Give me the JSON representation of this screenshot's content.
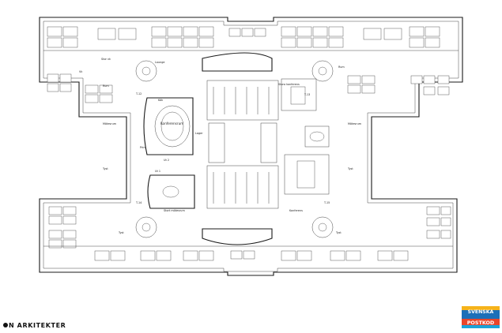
{
  "brand": {
    "name": "N ARKITEKTER"
  },
  "logo": {
    "line1": "SVENSKA",
    "line2": "POSTKOD",
    "line3": "LOTTERIET"
  },
  "rooms": {
    "stor_vk_top": "Stor vk",
    "vk_small": "Vk",
    "lounge_left": "Lounge",
    "rum_right": "Rum",
    "rum_left": "Rum",
    "t12": "T-12",
    "t13": "T-13",
    "t14": "T-14",
    "t15": "T-15",
    "oval_room": "Konferensrum",
    "kitchen": "Kök",
    "print": "Print",
    "ut1": "Ut 1",
    "ut2": "Ut 2",
    "lager": "Lager",
    "stora_konf": "Stora konferens",
    "konf_mid": "Konferens",
    "mote_small": "Mötesrum",
    "mote_small2": "Mötesrum",
    "stor_mote": "Stort mötesrum",
    "tyst_left": "Tyst",
    "tyst_right": "Tyst",
    "tyst_left2": "Tyst",
    "tyst_right2": "Tyst"
  }
}
